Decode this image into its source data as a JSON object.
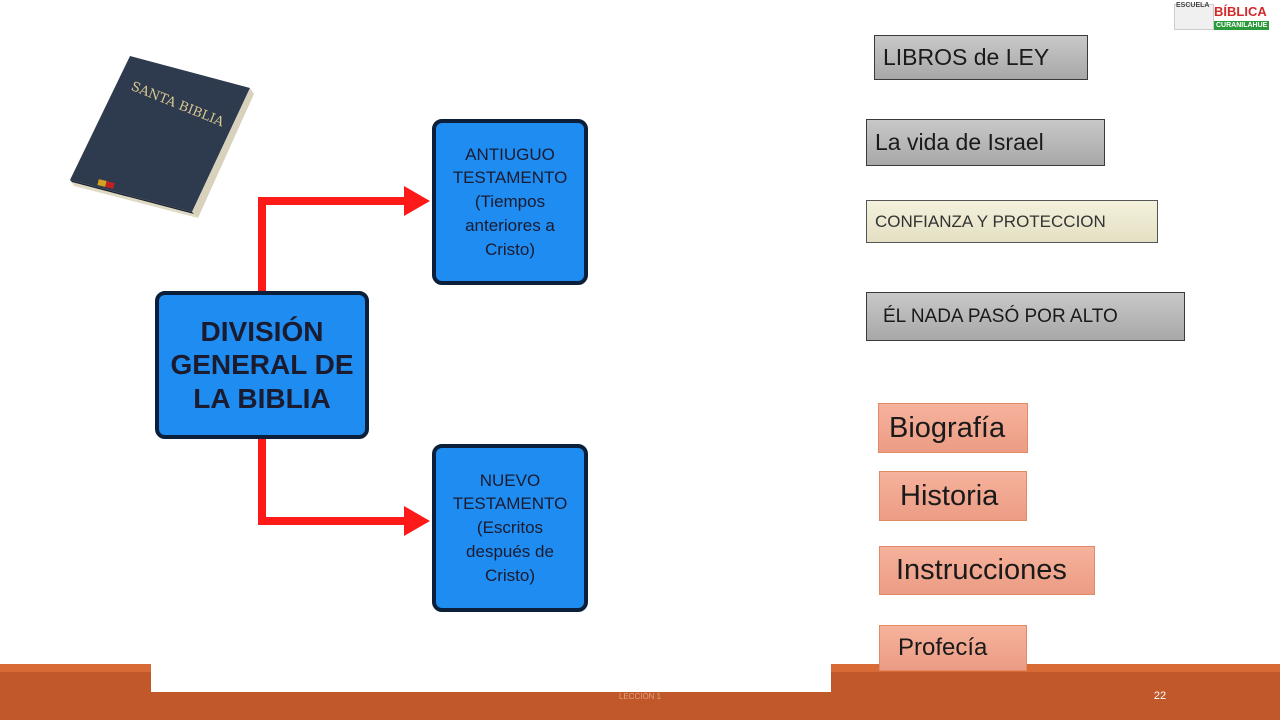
{
  "diagram": {
    "main_box": "DIVISIÓN\nGENERAL DE\nLA BIBLIA",
    "old_testament": "ANTIUGUO\nTESTAMENTO\n(Tiempos\nanteriores a\nCristo)",
    "new_testament": "NUEVO\nTESTAMENTO\n(Escritos\ndespués de\nCristo)",
    "arrow_color": "#ff1a1a",
    "box_color": "#1e8cf0"
  },
  "book": {
    "cover_text": "SANTA BIBLIA"
  },
  "labels": {
    "libros_de_ley": "LIBROS de LEY",
    "vida_de_israel": "La vida de Israel",
    "confianza": "CONFIANZA Y PROTECCION",
    "nada_paso": "ÉL NADA PASÓ POR ALTO"
  },
  "categories": [
    "Biografía",
    "Historia",
    "Instrucciones",
    "Profecía"
  ],
  "logo": {
    "line1": "ESCUELA",
    "line2": "BÍBLICA",
    "line3": "CURANILAHUE"
  },
  "footer": {
    "label": "LECCIÓN 1",
    "page_number": "22",
    "band_color": "#c0582a"
  }
}
